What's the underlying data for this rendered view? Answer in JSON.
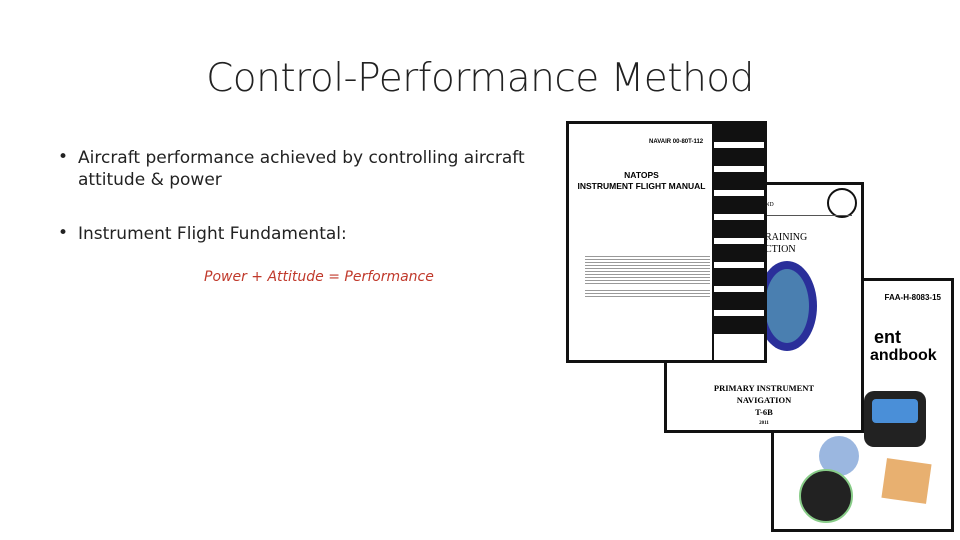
{
  "slide": {
    "title": "Control-Performance Method",
    "bullets": [
      {
        "text": "Aircraft performance achieved by controlling aircraft attitude & power"
      },
      {
        "text": "Instrument Flight Fundamental:"
      }
    ],
    "formula": "Power + Attitude = Performance",
    "formula_color": "#c0392b"
  },
  "images": {
    "natops": {
      "doc_number": "NAVAIR 00-80T-112",
      "title_line1": "NATOPS",
      "title_line2": "INSTRUMENT FLIGHT MANUAL"
    },
    "primary": {
      "header_partial": "ND",
      "subtitle_partial": "RAINING CTION",
      "title_line1": "PRIMARY INSTRUMENT",
      "title_line2": "NAVIGATION",
      "title_line3": "T-6B",
      "year": "2011"
    },
    "faa": {
      "doc_number": "FAA-H-8083-15",
      "title_partial1": "ent",
      "title_partial2": "andbook"
    }
  }
}
